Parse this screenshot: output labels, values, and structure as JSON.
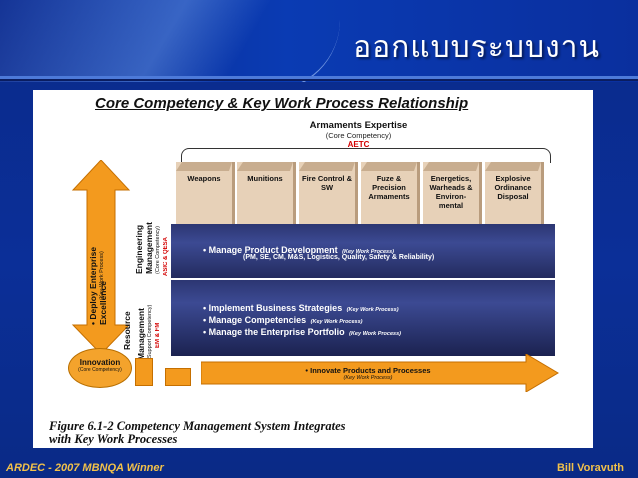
{
  "slide": {
    "title": "ออกแบบระบบงาน",
    "footer_left": "ARDEC - 2007 MBNQA Winner",
    "footer_right": "Bill Voravuth"
  },
  "figure": {
    "heading": "Core Competency & Key Work Process Relationship",
    "armaments": {
      "title": "Armaments Expertise",
      "subtitle": "(Core Competency)",
      "org": "AETC"
    },
    "columns": [
      {
        "label": "Weapons"
      },
      {
        "label": "Munitions"
      },
      {
        "label": "Fire Control & SW"
      },
      {
        "label": "Fuze & Precision Armaments"
      },
      {
        "label": "Energetics, Warheads & Environ- mental"
      },
      {
        "label": "Explosive Ordinance Disposal"
      }
    ],
    "band_product": {
      "main": "• Manage Product Development",
      "kw": "(Key Work Process)",
      "sub": "(PM, SE, CM, M&S, Logistics, Quality, Safety & Reliability)"
    },
    "band_strategy": {
      "items": [
        {
          "main": "• Implement Business Strategies",
          "kw": "(Key Work Process)"
        },
        {
          "main": "• Manage Competencies",
          "kw": "(Key Work Process)"
        },
        {
          "main": "• Manage the Enterprise Portfolio",
          "kw": "(Key Work Process)"
        }
      ]
    },
    "vertical": {
      "deploy": "• Deploy Enterprise Excellence",
      "deploy_kw": "(Key Work Process)",
      "engineering_1": "Engineering",
      "engineering_2": "Management",
      "engineering_sub": "(Core Competency)",
      "engineering_org": "ASIC & QESA",
      "resource_1": "Resource",
      "resource_2": "Management",
      "resource_sub": "(Support Competency)",
      "resource_org": "EM & FM"
    },
    "innovation": {
      "title": "Innovation",
      "sub": "(Core Competency)"
    },
    "innovate_arrow": {
      "main": "• Innovate Products and Processes",
      "kw": "(Key Work Process)"
    },
    "caption_1": "Figure  6.1-2   Competency  Management  System  Integrates",
    "caption_2": "with Key Work Processes"
  },
  "colors": {
    "background": "#0b2f98",
    "title_text": "#ffffff",
    "footer_text": "#f2c14a",
    "arrow_orange": "#f39a1e",
    "band_blue": "#2c3672",
    "column_tan": "#e7d1b8",
    "red_text": "#d30000"
  }
}
